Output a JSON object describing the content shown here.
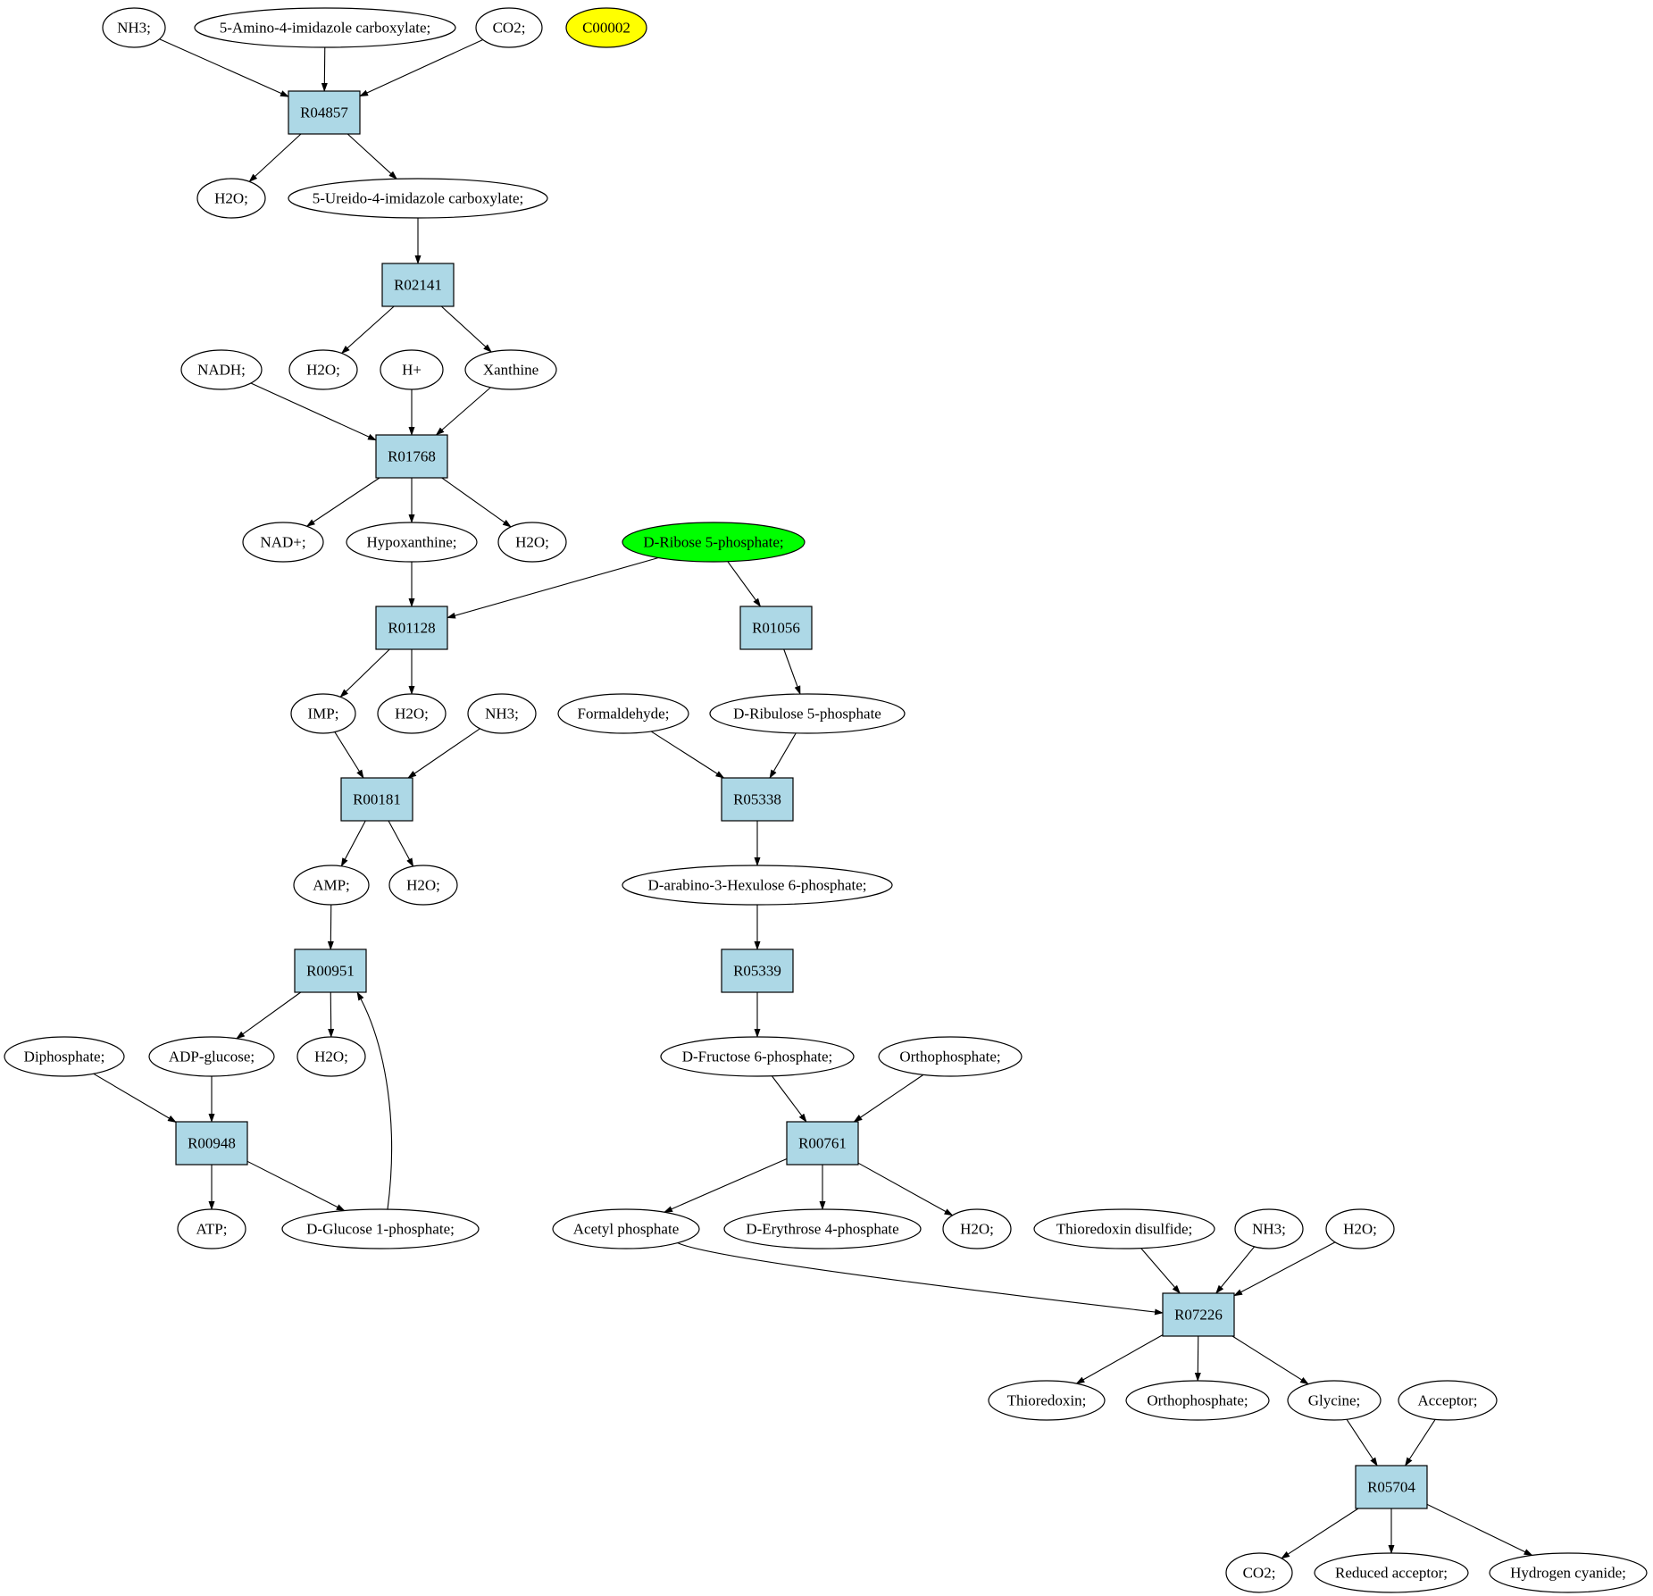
{
  "colors": {
    "reaction_fill": "#add8e6",
    "compound_fill": "#ffffff",
    "highlight_yellow": "#ffff00",
    "highlight_green": "#00ff00",
    "stroke": "#000000"
  },
  "nodes": {
    "c_nh3_1": "NH3;",
    "c_amino_imid": "5-Amino-4-imidazole carboxylate;",
    "c_co2_1": "CO2;",
    "c_c00002": "C00002",
    "r_r04857": "R04857",
    "c_h2o_1": "H2O;",
    "c_ureido_imid": "5-Ureido-4-imidazole carboxylate;",
    "r_r02141": "R02141",
    "c_nadh": "NADH;",
    "c_h2o_2": "H2O;",
    "c_hplus": "H+",
    "c_xanthine": "Xanthine",
    "r_r01768": "R01768",
    "c_nadplus": "NAD+;",
    "c_hypoxanthine": "Hypoxanthine;",
    "c_h2o_3": "H2O;",
    "c_ribose5p": "D-Ribose 5-phosphate;",
    "r_r01128": "R01128",
    "r_r01056": "R01056",
    "c_imp": "IMP;",
    "c_h2o_4": "H2O;",
    "c_nh3_2": "NH3;",
    "c_formaldehyde": "Formaldehyde;",
    "c_ribulose5p": "D-Ribulose 5-phosphate",
    "r_r00181": "R00181",
    "r_r05338": "R05338",
    "c_amp": "AMP;",
    "c_h2o_5": "H2O;",
    "c_hexulose6p": "D-arabino-3-Hexulose 6-phosphate;",
    "r_r00951": "R00951",
    "r_r05339": "R05339",
    "c_diphosphate": "Diphosphate;",
    "c_adpglucose": "ADP-glucose;",
    "c_h2o_6": "H2O;",
    "c_fructose6p": "D-Fructose 6-phosphate;",
    "c_orthophosphate_1": "Orthophosphate;",
    "r_r00948": "R00948",
    "r_r00761": "R00761",
    "c_atp": "ATP;",
    "c_glucose1p": "D-Glucose 1-phosphate;",
    "c_acetylp": "Acetyl phosphate",
    "c_erythrose4p": "D-Erythrose 4-phosphate",
    "c_h2o_7": "H2O;",
    "c_thioredoxin_ds": "Thioredoxin disulfide;",
    "c_nh3_3": "NH3;",
    "c_h2o_8": "H2O;",
    "r_r07226": "R07226",
    "c_thioredoxin": "Thioredoxin;",
    "c_orthophosphate_2": "Orthophosphate;",
    "c_glycine": "Glycine;",
    "c_acceptor": "Acceptor;",
    "r_r05704": "R05704",
    "c_co2_2": "CO2;",
    "c_reduced_acceptor": "Reduced acceptor;",
    "c_hcn": "Hydrogen cyanide;"
  }
}
